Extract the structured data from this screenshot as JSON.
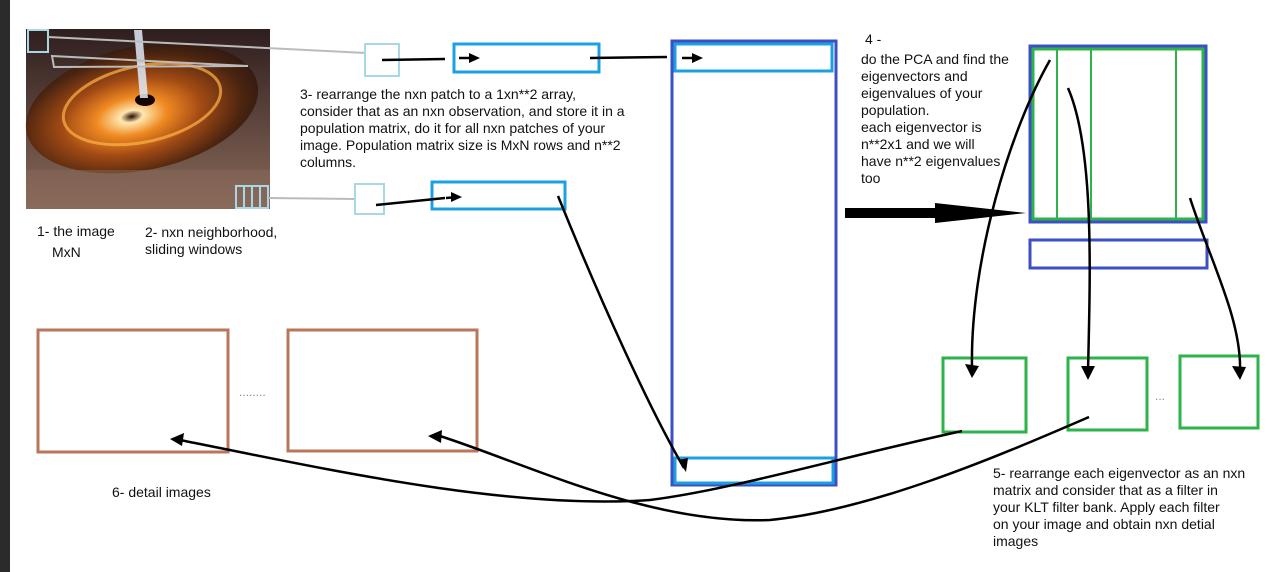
{
  "steps": {
    "s1_title": "1- the image",
    "s1_size": "MxN",
    "s2": "2- nxn neighborhood,\nsliding windows",
    "s3": "3- rearrange the nxn patch to a 1xn**2 array,\nconsider that as an nxn observation, and store it in a\npopulation matrix, do it for all nxn patches of your\nimage. Population matrix size is MxN rows and n**2\ncolumns.",
    "s4_num": "4 -",
    "s4": "do the PCA and find the\neigenvectors and\neigenvalues of your\npopulation.\neach eigenvector is\nn**2x1 and we will\nhave n**2 eigenvalues\ntoo",
    "s5": "5-  rearrange each eigenvector as an nxn\n      matrix and consider that as a filter in\n      your KLT filter bank. Apply each filter\n      on your image and obtain nxn detial\n      images",
    "s6": "6- detail images"
  },
  "ellipses": {
    "detail": "........",
    "filters": "..."
  },
  "colors": {
    "light_blue": "#a8d8e8",
    "cyan": "#1ba1e2",
    "dark_blue": "#3d4fc4",
    "green": "#2eb24a",
    "brown": "#b8775a",
    "arrow": "#000000"
  }
}
